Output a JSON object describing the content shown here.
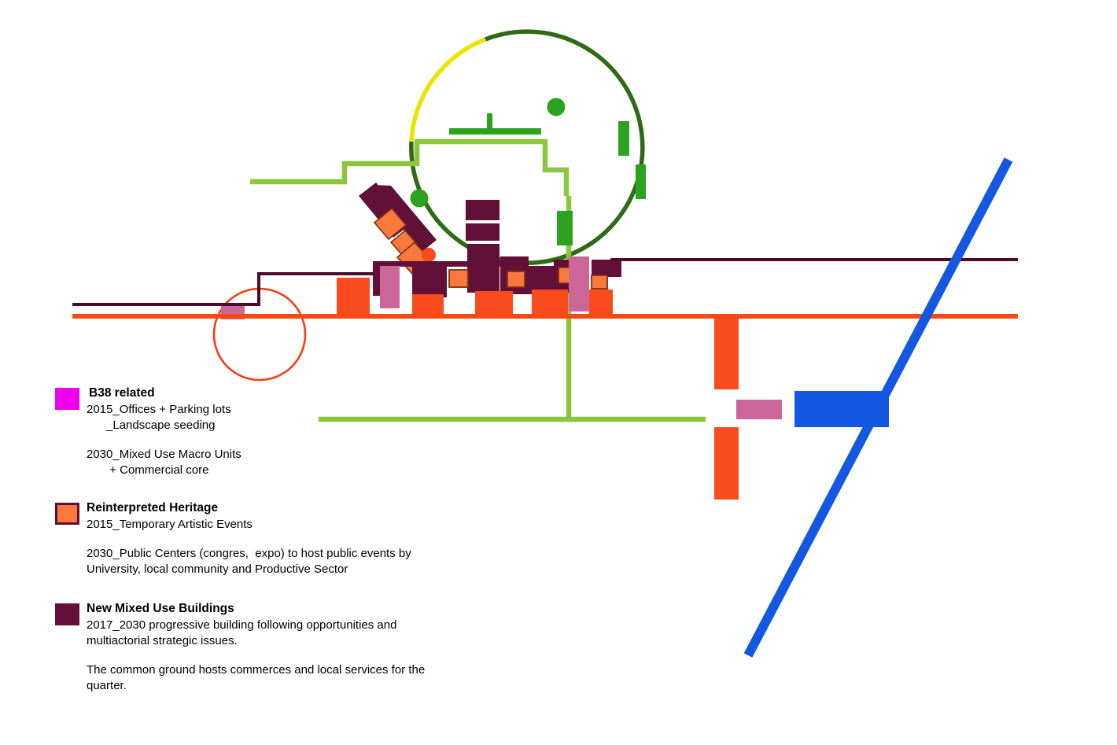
{
  "diagram": {
    "title": "B38 Urban Strategy Masterplan Diagram",
    "background": "#ffffff",
    "colors": {
      "magenta": "#ee00ee",
      "orange": "#f94b1b",
      "orange_light": "#f9783c",
      "orange_pure": "#fa4a11",
      "dark_purple": "#631038",
      "purple_line": "#4e0a2c",
      "pink": "#cc6699",
      "light_green": "#8cc63e",
      "mid_green": "#2ba31e",
      "dark_green": "#2f6b15",
      "yellow": "#ece400",
      "blue": "#1457e0",
      "red_circle": "#f93b0e",
      "text": "#000000"
    }
  },
  "legend": {
    "groups": [
      {
        "swatch_color": "#ee00ee",
        "bordered": false,
        "title": "B38  related",
        "lines": [
          "2015_Offices + Parking lots",
          "      _Landscape seeding"
        ],
        "lines2": [
          "2030_Mixed Use Macro Units",
          "       + Commercial core"
        ]
      },
      {
        "swatch_color": "#f9783c",
        "bordered": true,
        "title": "Reinterpreted Heritage",
        "lines": [
          "2015_Temporary Artistic Events"
        ],
        "lines2": [
          "2030_Public Centers (congres,  expo) to host public events by",
          "University, local community and Productive Sector"
        ]
      },
      {
        "swatch_color": "#631038",
        "bordered": false,
        "title": "New Mixed Use Buildings",
        "lines": [
          "2017_2030 progressive building following opportunities and",
          "multiactorial strategic issues."
        ],
        "lines2": [
          "The common ground hosts commerces and local services for the",
          "quarter."
        ]
      }
    ]
  },
  "map_elements": {
    "arcs": [
      {
        "name": "perimeter-arc-green",
        "color": "#2f6b15",
        "desc": "large dark green circular arc around upper zone"
      },
      {
        "name": "perimeter-arc-yellow",
        "color": "#ece400",
        "desc": "yellow arc segment upper-left of circle"
      },
      {
        "name": "small-red-circle",
        "color": "#f93b0e",
        "desc": "red circle outline left of building cluster"
      }
    ],
    "lines": [
      {
        "name": "purple-datum-line",
        "color": "#4e0a2c",
        "desc": "horizontal dark purple baseline"
      },
      {
        "name": "orange-datum-line",
        "color": "#fa4a11",
        "desc": "horizontal orange baseline"
      },
      {
        "name": "green-boundary-polyline",
        "color": "#8cc63e",
        "desc": "stepped light green boundary"
      },
      {
        "name": "green-axis-vertical",
        "color": "#8cc63e",
        "desc": "vertical light green axis"
      },
      {
        "name": "green-axis-horizontal",
        "color": "#8cc63e",
        "desc": "horizontal light green axis"
      },
      {
        "name": "blue-infrastructure-line",
        "color": "#1457e0",
        "desc": "blue diagonal infrastructure corridor"
      }
    ],
    "blocks": [
      {
        "name": "diagonal-heritage-bar-a",
        "color": "#631038"
      },
      {
        "name": "diagonal-heritage-bar-b",
        "color": "#631038"
      },
      {
        "name": "orange-heritage-squares",
        "color": "#f9783c",
        "count": 3
      },
      {
        "name": "green-marker-dots",
        "color": "#2ba31e",
        "count": 2
      },
      {
        "name": "green-vertical-markers",
        "color": "#2ba31e",
        "count": 4
      },
      {
        "name": "pink-b38-blocks",
        "color": "#cc6699",
        "count": 4
      },
      {
        "name": "blue-zone-block",
        "color": "#1457e0"
      },
      {
        "name": "orange-vertical-bars",
        "color": "#f94b1b",
        "count": 2
      }
    ]
  }
}
